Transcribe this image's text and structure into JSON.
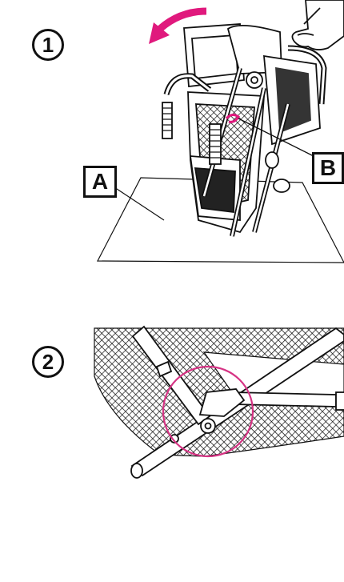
{
  "steps": [
    {
      "number": "1"
    },
    {
      "number": "2"
    }
  ],
  "callouts": {
    "a": "A",
    "b": "B"
  },
  "colors": {
    "arrow": "#e0197d",
    "highlight_circle": "#d63384",
    "line": "#111111"
  },
  "icons": {
    "rotate_arrow": "curved-arrow-icon",
    "hand": "hand-icon"
  }
}
